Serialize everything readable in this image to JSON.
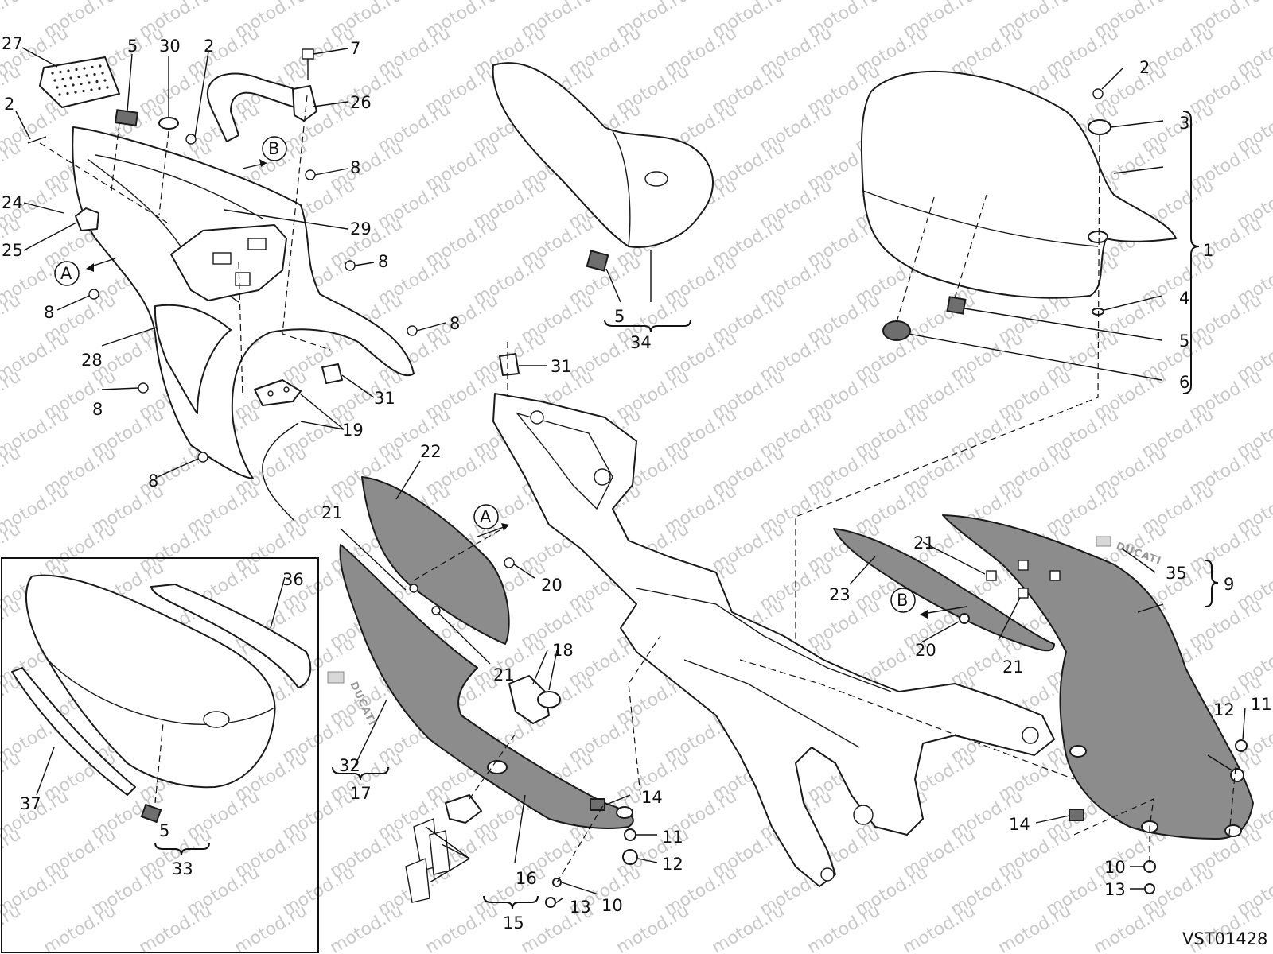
{
  "diagram": {
    "code": "VST01428",
    "watermark": "motod.ru",
    "view_markers": [
      "A",
      "B"
    ],
    "decal_text": "DUCATI",
    "callouts": [
      {
        "id": "c27",
        "label": "27"
      },
      {
        "id": "c5a",
        "label": "5"
      },
      {
        "id": "c30",
        "label": "30"
      },
      {
        "id": "c2a",
        "label": "2"
      },
      {
        "id": "c7",
        "label": "7"
      },
      {
        "id": "c26",
        "label": "26"
      },
      {
        "id": "c2b",
        "label": "2"
      },
      {
        "id": "c8a",
        "label": "8"
      },
      {
        "id": "c29",
        "label": "29"
      },
      {
        "id": "c24",
        "label": "24"
      },
      {
        "id": "c25",
        "label": "25"
      },
      {
        "id": "c8b",
        "label": "8"
      },
      {
        "id": "c8c",
        "label": "8"
      },
      {
        "id": "c8d",
        "label": "8"
      },
      {
        "id": "c28",
        "label": "28"
      },
      {
        "id": "c31a",
        "label": "31"
      },
      {
        "id": "c8e",
        "label": "8"
      },
      {
        "id": "c19",
        "label": "19"
      },
      {
        "id": "c8f",
        "label": "8"
      },
      {
        "id": "c5b",
        "label": "5"
      },
      {
        "id": "c34",
        "label": "34"
      },
      {
        "id": "c31b",
        "label": "31"
      },
      {
        "id": "c22",
        "label": "22"
      },
      {
        "id": "c21a",
        "label": "21"
      },
      {
        "id": "c20a",
        "label": "20"
      },
      {
        "id": "c21b",
        "label": "21"
      },
      {
        "id": "c18",
        "label": "18"
      },
      {
        "id": "c32",
        "label": "32"
      },
      {
        "id": "c17",
        "label": "17"
      },
      {
        "id": "c14a",
        "label": "14"
      },
      {
        "id": "c11a",
        "label": "11"
      },
      {
        "id": "c12a",
        "label": "12"
      },
      {
        "id": "c16",
        "label": "16"
      },
      {
        "id": "c15",
        "label": "15"
      },
      {
        "id": "c13a",
        "label": "13"
      },
      {
        "id": "c10a",
        "label": "10"
      },
      {
        "id": "c2c",
        "label": "2"
      },
      {
        "id": "c3",
        "label": "3"
      },
      {
        "id": "c1",
        "label": "1"
      },
      {
        "id": "c4",
        "label": "4"
      },
      {
        "id": "c5c",
        "label": "5"
      },
      {
        "id": "c6",
        "label": "6"
      },
      {
        "id": "c21c",
        "label": "21"
      },
      {
        "id": "c23",
        "label": "23"
      },
      {
        "id": "c20b",
        "label": "20"
      },
      {
        "id": "c21d",
        "label": "21"
      },
      {
        "id": "c35",
        "label": "35"
      },
      {
        "id": "c9",
        "label": "9"
      },
      {
        "id": "c12b",
        "label": "12"
      },
      {
        "id": "c11b",
        "label": "11"
      },
      {
        "id": "c14b",
        "label": "14"
      },
      {
        "id": "c10b",
        "label": "10"
      },
      {
        "id": "c13b",
        "label": "13"
      },
      {
        "id": "c36",
        "label": "36"
      },
      {
        "id": "c37",
        "label": "37"
      },
      {
        "id": "c5d",
        "label": "5"
      },
      {
        "id": "c33",
        "label": "33"
      }
    ]
  }
}
